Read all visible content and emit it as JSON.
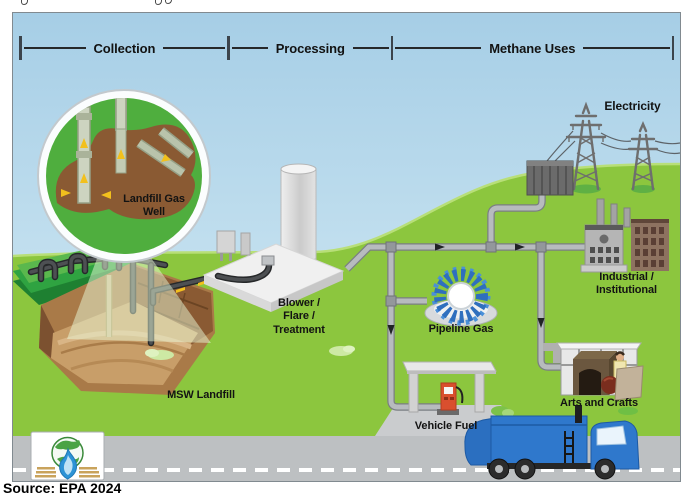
{
  "header": {
    "sections": [
      {
        "label": "Collection"
      },
      {
        "label": "Processing"
      },
      {
        "label": "Methane Uses"
      }
    ]
  },
  "labels": {
    "landfill_gas_well": [
      "Landfill Gas",
      "Well"
    ],
    "msw_landfill": "MSW Landfill",
    "blower_flare_treatment": [
      "Blower /",
      "Flare /",
      "Treatment"
    ],
    "pipeline_gas": "Pipeline Gas",
    "electricity": "Electricity",
    "industrial_institutional": [
      "Industrial /",
      "Institutional"
    ],
    "arts_and_crafts": "Arts and Crafts",
    "vehicle_fuel": "Vehicle Fuel"
  },
  "source_note": "Source: EPA 2024",
  "colors": {
    "sky": "#a6cee6",
    "grass": "#8cc63e",
    "dark_green": "#2f9e3c",
    "landfill_brown": "#8a5a33",
    "pipe_gray": "#b7bbbe",
    "flame_blue": "#2f6fbe",
    "truck_blue": "#2f78cc",
    "road_gray": "#bdc0c2",
    "arrow_yellow": "#f2c01d"
  }
}
